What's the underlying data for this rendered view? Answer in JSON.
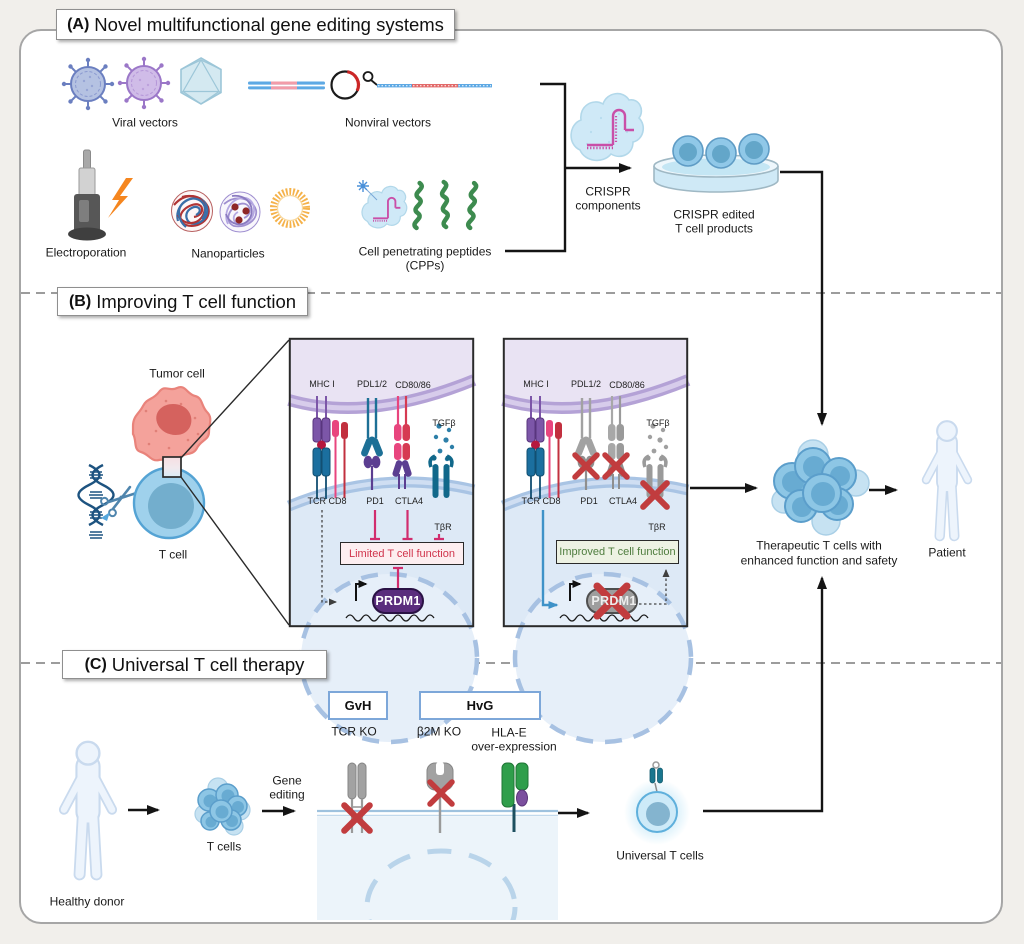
{
  "panels": {
    "a": {
      "tag": "(A)",
      "title": "Novel multifunctional gene editing systems",
      "viral_vectors": "Viral vectors",
      "nonviral_vectors": "Nonviral vectors",
      "electroporation": "Electroporation",
      "nanoparticles": "Nanoparticles",
      "cpp_line1": "Cell penetrating peptides",
      "cpp_line2": "(CPPs)",
      "crispr_components_line1": "CRISPR",
      "crispr_components_line2": "components",
      "crispr_edited_line1": "CRISPR edited",
      "crispr_edited_line2": "T cell products"
    },
    "b": {
      "tag": "(B)",
      "title": "Improving T cell function",
      "tumor_cell": "Tumor cell",
      "t_cell": "T cell",
      "receptor_labels": {
        "mhc": "MHC I",
        "pdl": "PDL1/2",
        "cd80": "CD80/86",
        "tgfb": "TGFβ",
        "tcr_cd8": "TCR CD8",
        "pd1": "PD1",
        "ctla4": "CTLA4",
        "tbr": "TβR"
      },
      "limited_status": "Limited T cell function",
      "improved_status": "Improved T cell function",
      "gene": "PRDM1",
      "therapeutic_line1": "Therapeutic T cells with",
      "therapeutic_line2": "enhanced function and safety",
      "patient": "Patient"
    },
    "c": {
      "tag": "(C)",
      "title": "Universal T cell therapy",
      "healthy_donor": "Healthy donor",
      "t_cells": "T cells",
      "gene_editing_line1": "Gene",
      "gene_editing_line2": "editing",
      "gvh": "GvH",
      "hvg": "HvG",
      "tcr_ko": "TCR KO",
      "b2m_ko": "β2M KO",
      "hla_e_line1": "HLA-E",
      "hla_e_line2": "over-expression",
      "universal_t_cells": "Universal T cells"
    },
    "colors": {
      "inhibition_magenta": "#d12d6e",
      "limited_text": "#d0344c",
      "improved_text": "#4f7d3f",
      "knockout_red": "#c13c3e",
      "gvh_hvg_border": "#7da7d9",
      "prdm1_purple": "#5a2d7d",
      "hla_e_green": "#2f9e4b",
      "t_cell_blue": "#8dc6e5"
    }
  }
}
